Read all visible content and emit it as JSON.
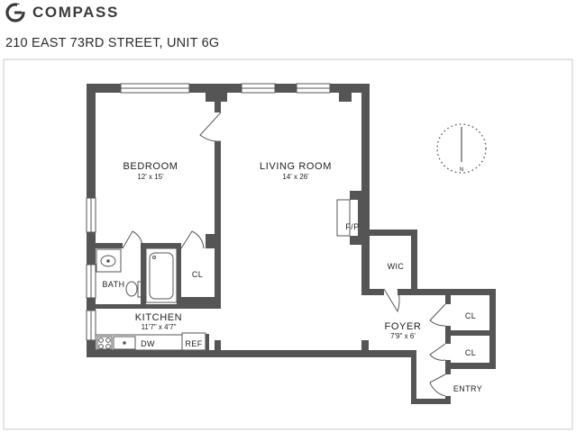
{
  "brand": {
    "name": "COMPASS",
    "logo_icon": "compass-logo-icon"
  },
  "listing": {
    "address": "210 EAST 73RD STREET, UNIT 6G"
  },
  "rooms": {
    "bedroom": {
      "name": "BEDROOM",
      "dimensions": "12' x 15'"
    },
    "living_room": {
      "name": "LIVING ROOM",
      "dimensions": "14' x 26'"
    },
    "kitchen": {
      "name": "KITCHEN",
      "dimensions": "11'7\" x 4'7\""
    },
    "foyer": {
      "name": "FOYER",
      "dimensions": "7'9\" x 6'"
    },
    "bath": {
      "name": "BATH"
    },
    "bedroom_closet": {
      "name": "CL"
    },
    "walk_in_closet": {
      "name": "WIC"
    },
    "foyer_closet_1": {
      "name": "CL"
    },
    "foyer_closet_2": {
      "name": "CL"
    },
    "entry": {
      "name": "ENTRY"
    }
  },
  "fixtures": {
    "fireplace": "F/P",
    "dishwasher": "DW",
    "refrigerator": "REF"
  },
  "compass_rose": {
    "north_label": "N",
    "icon": "north-arrow-icon"
  },
  "colors": {
    "wall": "#555555",
    "brand_text": "#3a3a3a"
  }
}
